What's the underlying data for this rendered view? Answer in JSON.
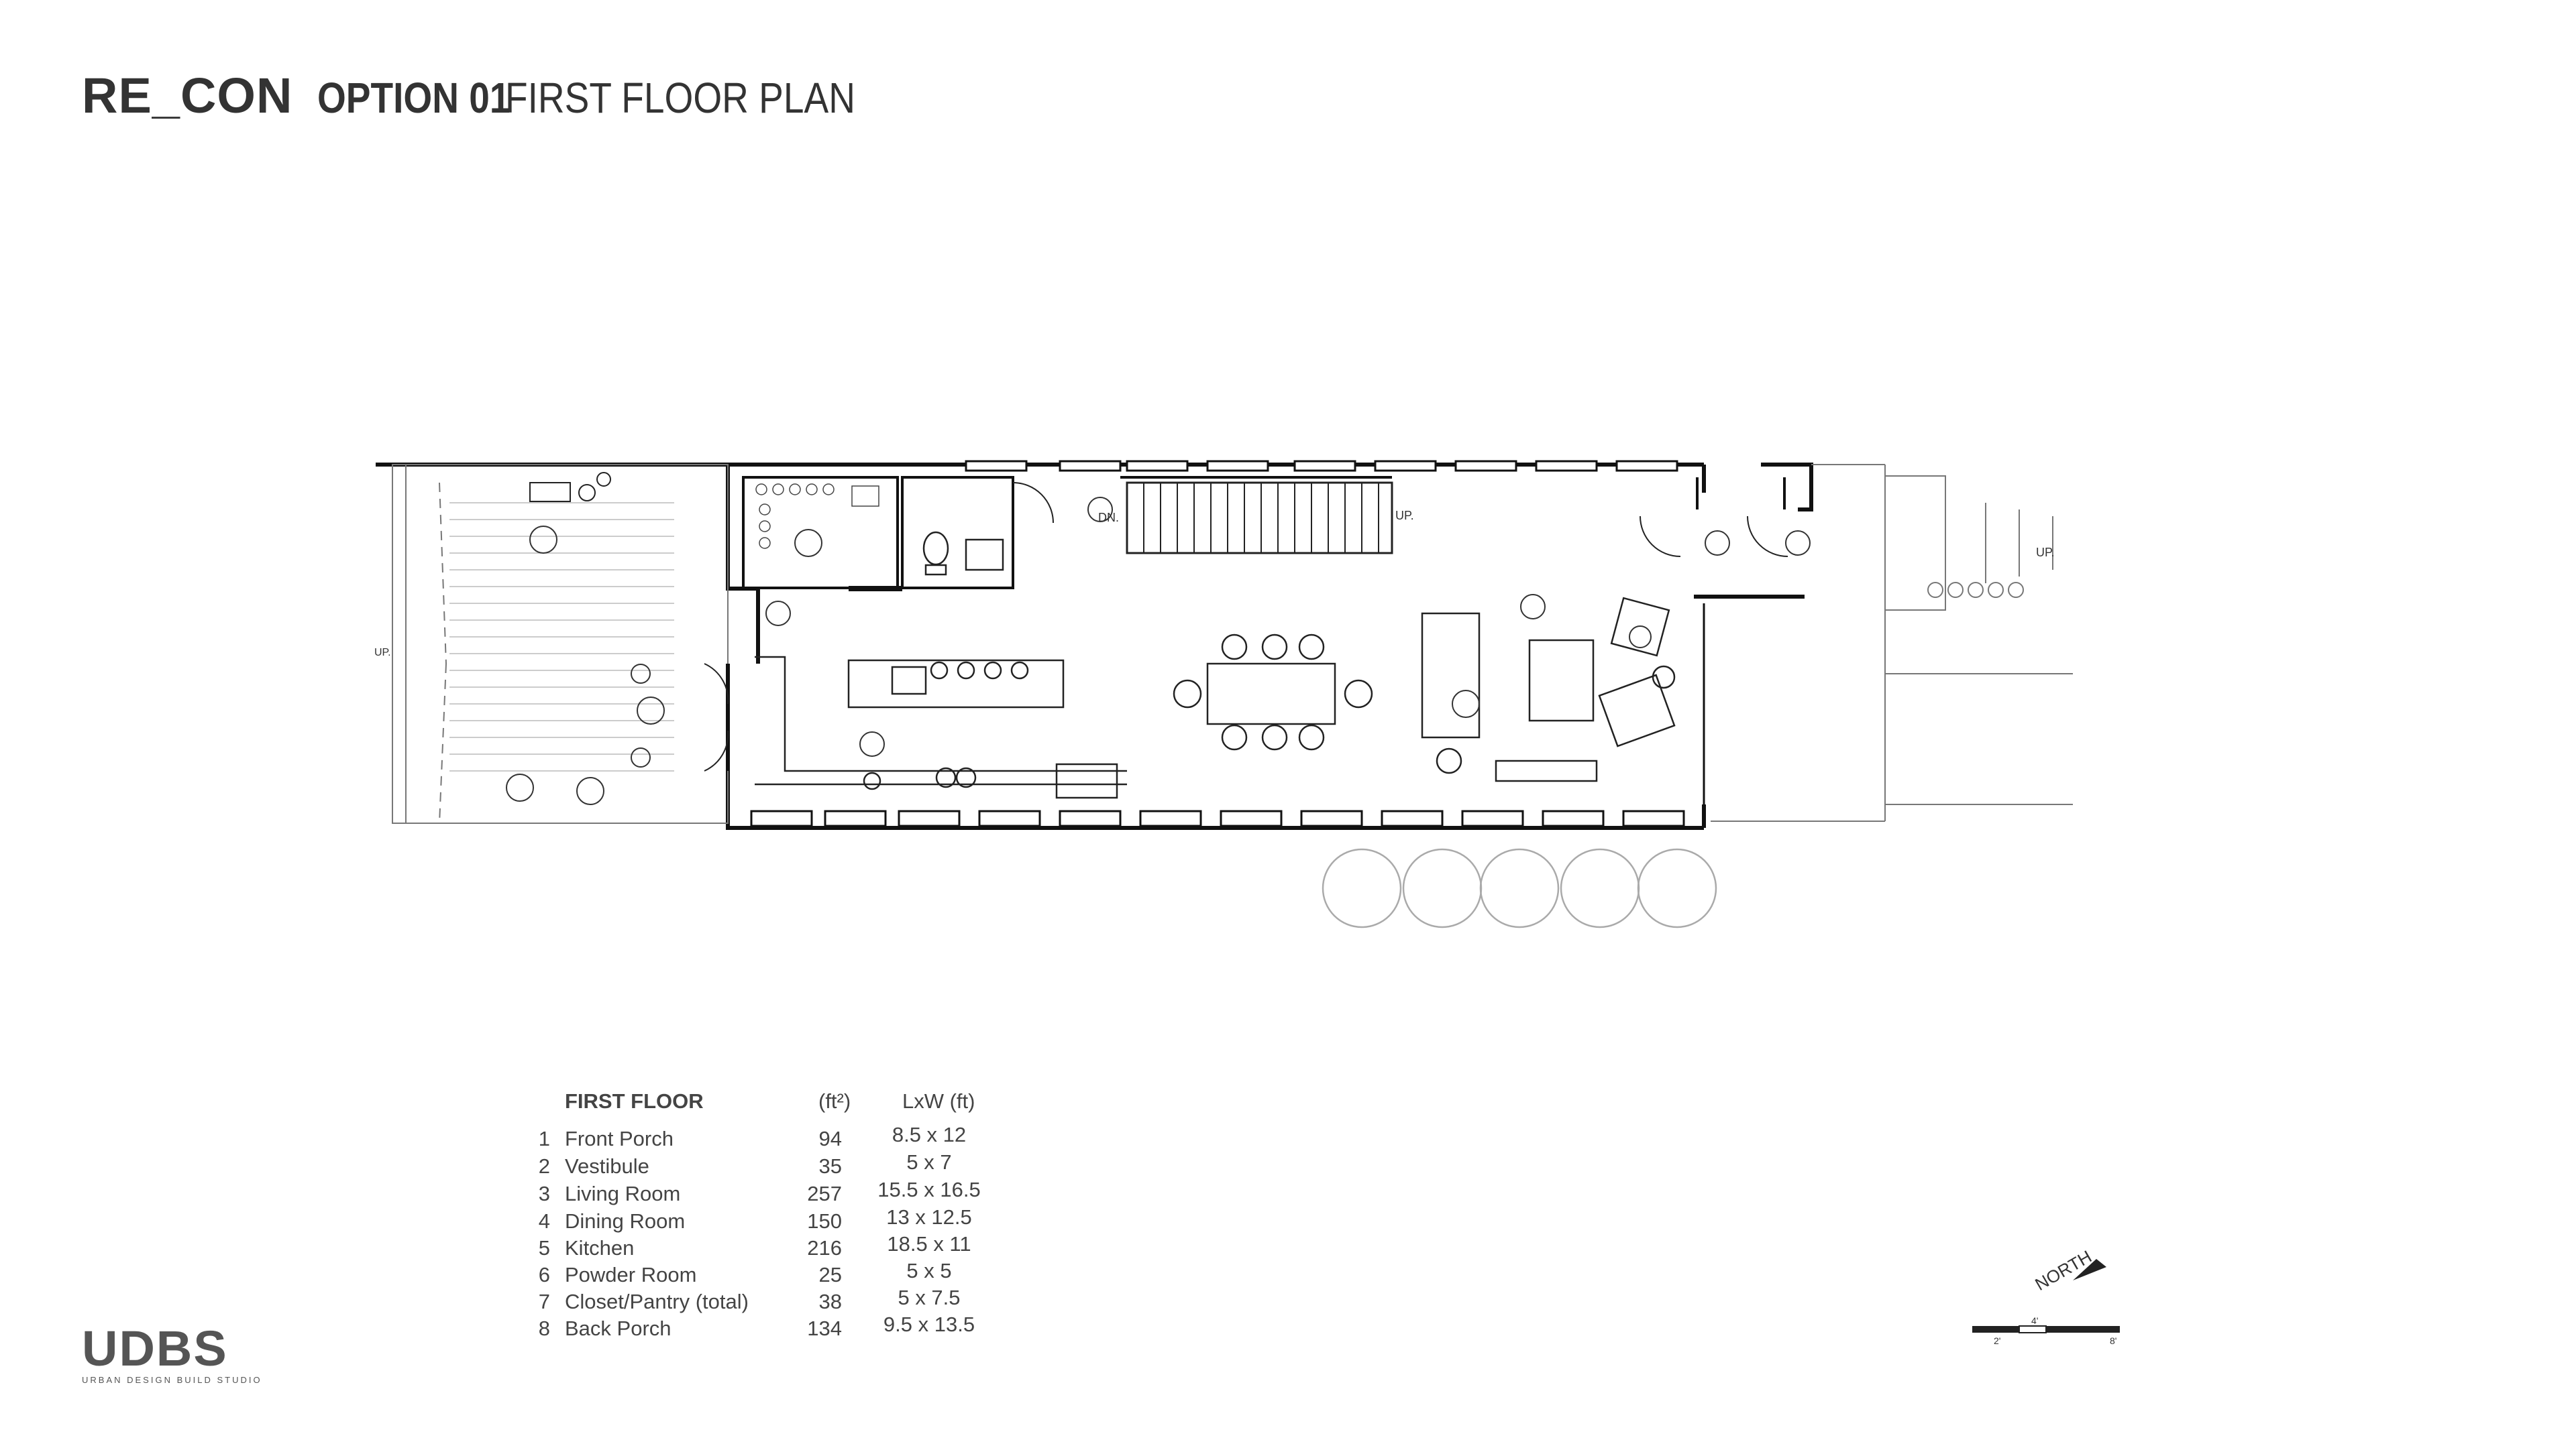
{
  "title": {
    "project": "RE_CON",
    "option": "OPTION 01",
    "sheet": "FIRST FLOOR PLAN"
  },
  "plan": {
    "up_label_left": "UP.",
    "dn_label": "DN.",
    "up_label_stair": "UP.",
    "up_label_right": "UP."
  },
  "schedule": {
    "heading": "FIRST FLOOR",
    "col_area": "(ft²)",
    "col_dims": "LxW (ft)",
    "rows": [
      {
        "num": "1",
        "name": "Front Porch",
        "area": "94",
        "dims": "8.5 x 12"
      },
      {
        "num": "2",
        "name": "Vestibule",
        "area": "35",
        "dims": "5 x 7"
      },
      {
        "num": "3",
        "name": "Living Room",
        "area": "257",
        "dims": "15.5 x 16.5"
      },
      {
        "num": "4",
        "name": "Dining Room",
        "area": "150",
        "dims": "13 x 12.5"
      },
      {
        "num": "5",
        "name": "Kitchen",
        "area": "216",
        "dims": "18.5 x 11"
      },
      {
        "num": "6",
        "name": "Powder Room",
        "area": "25",
        "dims": "5 x 5"
      },
      {
        "num": "7",
        "name": "Closet/Pantry (total)",
        "area": "38",
        "dims": "5 x 7.5"
      },
      {
        "num": "8",
        "name": "Back Porch",
        "area": "134",
        "dims": "9.5 x 13.5"
      }
    ]
  },
  "logo": {
    "mark": "UDBS",
    "tagline": "URBAN DESIGN BUILD STUDIO"
  },
  "north": {
    "label": "NORTH",
    "scale_labels": [
      "2'",
      "4'",
      "8'"
    ]
  },
  "colors": {
    "ink": "#333333",
    "wall": "#111111",
    "light_line": "#9a9a9a"
  }
}
